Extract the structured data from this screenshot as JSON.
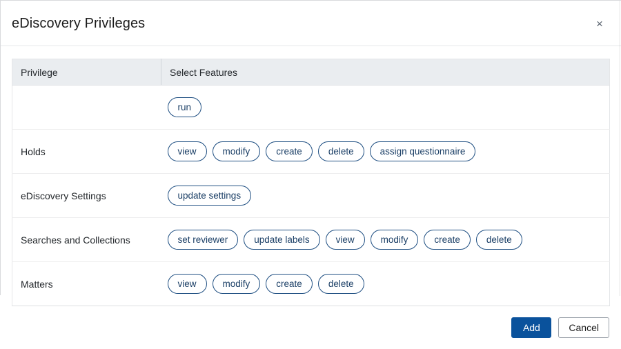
{
  "dialog": {
    "title": "eDiscovery Privileges",
    "close_icon": "close-icon",
    "close_glyph": "×"
  },
  "table": {
    "columns": [
      {
        "key": "privilege",
        "label": "Privilege"
      },
      {
        "key": "features",
        "label": "Select Features"
      }
    ],
    "rows": [
      {
        "privilege": "",
        "features": [
          "run"
        ]
      },
      {
        "privilege": "Holds",
        "features": [
          "view",
          "modify",
          "create",
          "delete",
          "assign questionnaire"
        ]
      },
      {
        "privilege": "eDiscovery Settings",
        "features": [
          "update settings"
        ]
      },
      {
        "privilege": "Searches and Collections",
        "features": [
          "set reviewer",
          "update labels",
          "view",
          "modify",
          "create",
          "delete"
        ]
      },
      {
        "privilege": "Matters",
        "features": [
          "view",
          "modify",
          "create",
          "delete"
        ]
      }
    ]
  },
  "footer": {
    "add_label": "Add",
    "cancel_label": "Cancel"
  },
  "colors": {
    "primary_button": "#0a529c",
    "pill_border": "#1f4f82",
    "pill_text": "#1b3f66",
    "header_row_bg": "#eaedf0"
  }
}
